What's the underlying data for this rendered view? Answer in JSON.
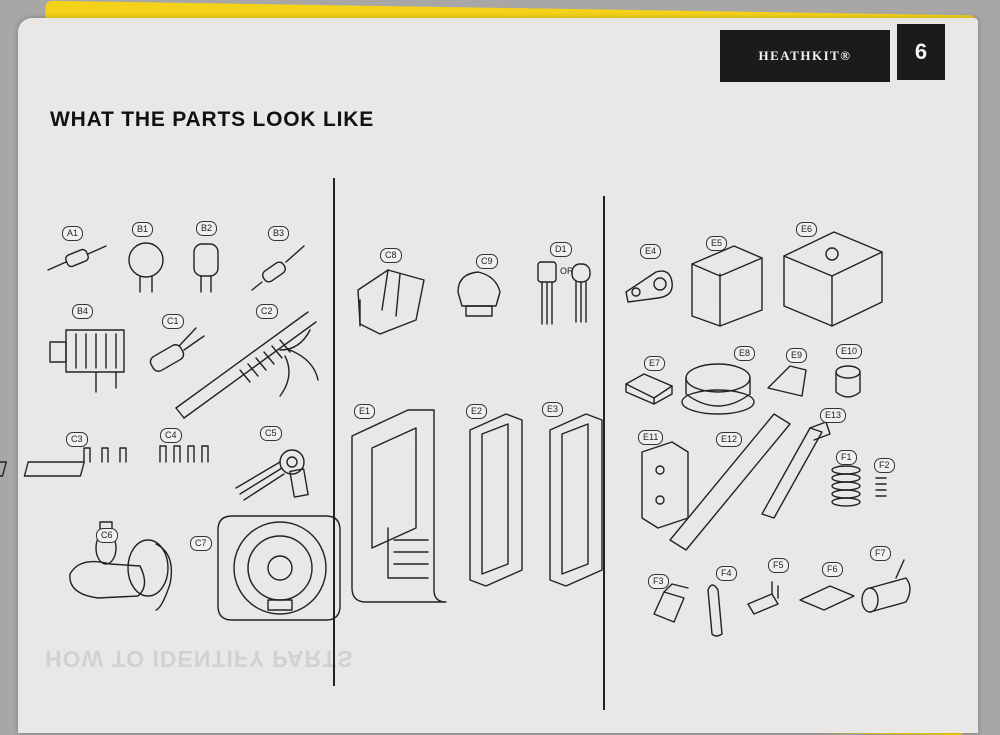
{
  "header": {
    "brand": "HEATHKIT®",
    "page_number": "6"
  },
  "title": "WHAT THE PARTS LOOK LIKE",
  "ghost_text": "HOW TO IDENTIFY PARTS",
  "parts": [
    {
      "id": "A1",
      "depicts": "resistor"
    },
    {
      "id": "B1",
      "depicts": "disc capacitor"
    },
    {
      "id": "B2",
      "depicts": "mylar capacitor"
    },
    {
      "id": "B3",
      "depicts": "tubular capacitor"
    },
    {
      "id": "B4",
      "depicts": "variable capacitor"
    },
    {
      "id": "C1",
      "depicts": "electrolytic capacitor"
    },
    {
      "id": "C2",
      "depicts": "antenna coil"
    },
    {
      "id": "C3",
      "depicts": "terminal strip"
    },
    {
      "id": "C4",
      "depicts": "terminal strip"
    },
    {
      "id": "C5",
      "depicts": "control"
    },
    {
      "id": "C6",
      "depicts": "toggle switch"
    },
    {
      "id": "C7",
      "depicts": "speaker"
    },
    {
      "id": "C8",
      "depicts": "socket"
    },
    {
      "id": "C9",
      "depicts": "lamp"
    },
    {
      "id": "D1",
      "depicts": "transistor"
    },
    {
      "id": "E1",
      "depicts": "cabinet front"
    },
    {
      "id": "E2",
      "depicts": "frame"
    },
    {
      "id": "E3",
      "depicts": "frame"
    },
    {
      "id": "E4",
      "depicts": "cable clamp"
    },
    {
      "id": "E5",
      "depicts": "box"
    },
    {
      "id": "E6",
      "depicts": "box"
    },
    {
      "id": "E7",
      "depicts": "pad"
    },
    {
      "id": "E8",
      "depicts": "knob"
    },
    {
      "id": "E9",
      "depicts": "pointer"
    },
    {
      "id": "E10",
      "depicts": "knob"
    },
    {
      "id": "E11",
      "depicts": "bracket"
    },
    {
      "id": "E12",
      "depicts": "bar"
    },
    {
      "id": "E13",
      "depicts": "strip"
    },
    {
      "id": "F1",
      "depicts": "spring"
    },
    {
      "id": "F2",
      "depicts": "spring"
    },
    {
      "id": "F3",
      "depicts": "clip"
    },
    {
      "id": "F4",
      "depicts": "lug"
    },
    {
      "id": "F5",
      "depicts": "connector"
    },
    {
      "id": "F6",
      "depicts": "circuit board"
    },
    {
      "id": "F7",
      "depicts": "jack"
    }
  ],
  "d1_or": "OR"
}
